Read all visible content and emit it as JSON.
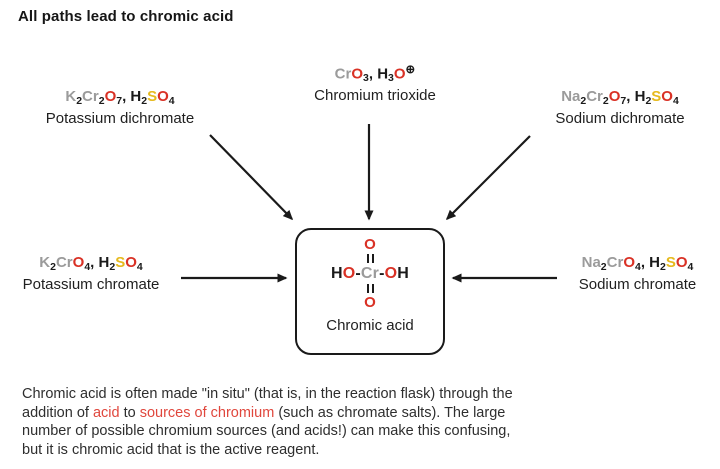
{
  "palette": {
    "metal_gray": "#9b9b9b",
    "oxygen_red": "#d93125",
    "sulfur_yellow": "#e6ba1e",
    "text_black": "#1a1a1a",
    "paragraph_red": "#e0473d"
  },
  "title": "All paths lead to chromic acid",
  "reagents": {
    "chromium_trioxide": {
      "label": "Chromium trioxide",
      "formula": [
        {
          "text": "Cr",
          "color": "gray"
        },
        {
          "text": "O",
          "color": "red"
        },
        {
          "text": "3",
          "color": "black",
          "style": "sub"
        },
        {
          "text": ", ",
          "color": "black"
        },
        {
          "text": "H",
          "color": "black"
        },
        {
          "text": "3",
          "color": "black",
          "style": "sub"
        },
        {
          "text": "O",
          "color": "red"
        },
        {
          "text": "⊕",
          "color": "black",
          "style": "sup"
        }
      ]
    },
    "potassium_dichromate": {
      "label": "Potassium dichromate",
      "formula": [
        {
          "text": "K",
          "color": "gray"
        },
        {
          "text": "2",
          "color": "black",
          "style": "sub"
        },
        {
          "text": "Cr",
          "color": "gray"
        },
        {
          "text": "2",
          "color": "black",
          "style": "sub"
        },
        {
          "text": "O",
          "color": "red"
        },
        {
          "text": "7",
          "color": "black",
          "style": "sub"
        },
        {
          "text": ", ",
          "color": "black"
        },
        {
          "text": "H",
          "color": "black"
        },
        {
          "text": "2",
          "color": "black",
          "style": "sub"
        },
        {
          "text": "S",
          "color": "yellow"
        },
        {
          "text": "O",
          "color": "red"
        },
        {
          "text": "4",
          "color": "black",
          "style": "sub"
        }
      ]
    },
    "sodium_dichromate": {
      "label": "Sodium dichromate",
      "formula": [
        {
          "text": "Na",
          "color": "gray"
        },
        {
          "text": "2",
          "color": "black",
          "style": "sub"
        },
        {
          "text": "Cr",
          "color": "gray"
        },
        {
          "text": "2",
          "color": "black",
          "style": "sub"
        },
        {
          "text": "O",
          "color": "red"
        },
        {
          "text": "7",
          "color": "black",
          "style": "sub"
        },
        {
          "text": ", ",
          "color": "black"
        },
        {
          "text": "H",
          "color": "black"
        },
        {
          "text": "2",
          "color": "black",
          "style": "sub"
        },
        {
          "text": "S",
          "color": "yellow"
        },
        {
          "text": "O",
          "color": "red"
        },
        {
          "text": "4",
          "color": "black",
          "style": "sub"
        }
      ]
    },
    "potassium_chromate": {
      "label": "Potassium chromate",
      "formula": [
        {
          "text": "K",
          "color": "gray"
        },
        {
          "text": "2",
          "color": "black",
          "style": "sub"
        },
        {
          "text": "Cr",
          "color": "gray"
        },
        {
          "text": "O",
          "color": "red"
        },
        {
          "text": "4",
          "color": "black",
          "style": "sub"
        },
        {
          "text": ", ",
          "color": "black"
        },
        {
          "text": "H",
          "color": "black"
        },
        {
          "text": "2",
          "color": "black",
          "style": "sub"
        },
        {
          "text": "S",
          "color": "yellow"
        },
        {
          "text": "O",
          "color": "red"
        },
        {
          "text": "4",
          "color": "black",
          "style": "sub"
        }
      ]
    },
    "sodium_chromate": {
      "label": "Sodium chromate",
      "formula": [
        {
          "text": "Na",
          "color": "gray"
        },
        {
          "text": "2",
          "color": "black",
          "style": "sub"
        },
        {
          "text": "Cr",
          "color": "gray"
        },
        {
          "text": "O",
          "color": "red"
        },
        {
          "text": "4",
          "color": "black",
          "style": "sub"
        },
        {
          "text": ", ",
          "color": "black"
        },
        {
          "text": "H",
          "color": "black"
        },
        {
          "text": "2",
          "color": "black",
          "style": "sub"
        },
        {
          "text": "S",
          "color": "yellow"
        },
        {
          "text": "O",
          "color": "red"
        },
        {
          "text": "4",
          "color": "black",
          "style": "sub"
        }
      ]
    }
  },
  "chromic_acid_box": {
    "label": "Chromic acid",
    "structure": {
      "top_oxygen": [
        {
          "text": "O",
          "color": "red"
        }
      ],
      "center_row": [
        {
          "text": "H",
          "color": "black"
        },
        {
          "text": "O",
          "color": "red"
        },
        {
          "text": "-",
          "color": "black"
        },
        {
          "text": "Cr",
          "color": "gray"
        },
        {
          "text": "-",
          "color": "black"
        },
        {
          "text": "O",
          "color": "red"
        },
        {
          "text": "H",
          "color": "black"
        }
      ],
      "bottom_oxygen": [
        {
          "text": "O",
          "color": "red"
        }
      ]
    }
  },
  "paragraph": {
    "lines": [
      [
        {
          "text": "Chromic acid is often made \"in situ\" (that is, in the reaction flask) through the",
          "color": "text"
        }
      ],
      [
        {
          "text": "addition of ",
          "color": "text"
        },
        {
          "text": "acid",
          "color": "para-red"
        },
        {
          "text": " to ",
          "color": "text"
        },
        {
          "text": "sources of chromium",
          "color": "para-red"
        },
        {
          "text": " (such as chromate salts). The large",
          "color": "text"
        }
      ],
      [
        {
          "text": "number of possible chromium sources (and acids!) can make this confusing,",
          "color": "text"
        }
      ],
      [
        {
          "text": "but it is chromic acid that is the active reagent.",
          "color": "text"
        }
      ]
    ]
  }
}
